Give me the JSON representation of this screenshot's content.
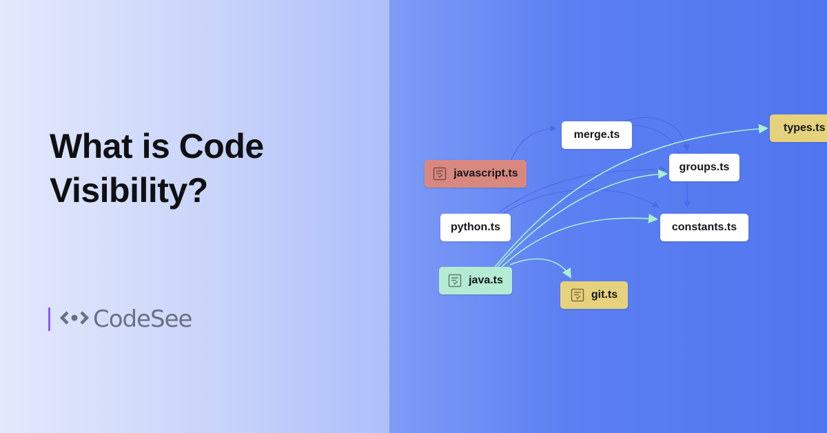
{
  "headline": {
    "line1": "What is Code",
    "line2": "Visibility?"
  },
  "brand": {
    "name": "CodeSee",
    "logo_icon": "code-eye-icon",
    "accent_color": "#8b5cf6"
  },
  "diagram": {
    "nodes": [
      {
        "id": "merge",
        "label": "merge.ts",
        "color": "#ffffff",
        "icon": null
      },
      {
        "id": "javascript",
        "label": "javascript.ts",
        "color": "#d98880",
        "icon": "file-check-icon"
      },
      {
        "id": "groups",
        "label": "groups.ts",
        "color": "#ffffff",
        "icon": null
      },
      {
        "id": "types",
        "label": "types.ts",
        "color": "#e6d27c",
        "icon": null
      },
      {
        "id": "python",
        "label": "python.ts",
        "color": "#ffffff",
        "icon": null
      },
      {
        "id": "constants",
        "label": "constants.ts",
        "color": "#ffffff",
        "icon": null
      },
      {
        "id": "java",
        "label": "java.ts",
        "color": "#b4ecd3",
        "icon": "file-check-icon"
      },
      {
        "id": "git",
        "label": "git.ts",
        "color": "#e6d27c",
        "icon": "file-check-icon"
      }
    ],
    "edges": [
      {
        "from": "javascript",
        "to": "merge",
        "highlight": false
      },
      {
        "from": "merge",
        "to": "groups",
        "highlight": false
      },
      {
        "from": "merge",
        "to": "constants",
        "highlight": false
      },
      {
        "from": "python",
        "to": "groups",
        "highlight": false
      },
      {
        "from": "python",
        "to": "constants",
        "highlight": false
      },
      {
        "from": "java",
        "to": "types",
        "highlight": true
      },
      {
        "from": "java",
        "to": "groups",
        "highlight": true
      },
      {
        "from": "java",
        "to": "constants",
        "highlight": true
      },
      {
        "from": "java",
        "to": "git",
        "highlight": true
      }
    ],
    "edge_color": "#4a68e6",
    "highlight_edge_color": "#a8f0d0"
  }
}
